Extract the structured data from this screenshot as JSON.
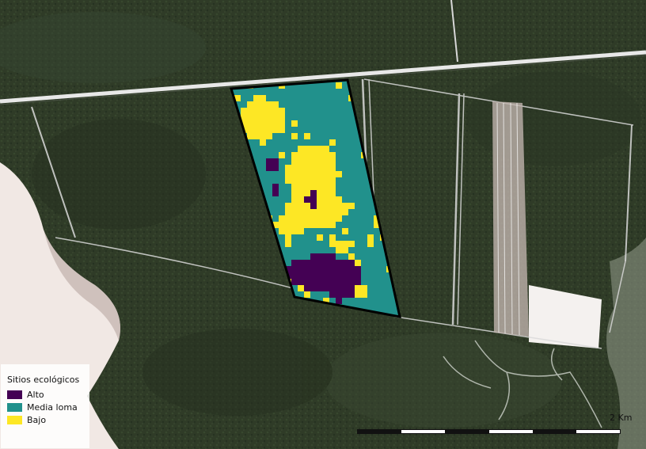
{
  "legend": {
    "title": "Sitios ecológicos",
    "items": [
      {
        "key": "alto",
        "label": "Alto",
        "color": "#440154"
      },
      {
        "key": "media",
        "label": "Media loma",
        "color": "#21918c"
      },
      {
        "key": "bajo",
        "label": "Bajo",
        "color": "#fde725"
      }
    ]
  },
  "scale": {
    "label": "2 Km"
  },
  "colors": {
    "vegetation": "#2f3b27",
    "bare_soil": "#f1e8e4",
    "road": "#e8e8e8",
    "boundary": "#000000"
  }
}
